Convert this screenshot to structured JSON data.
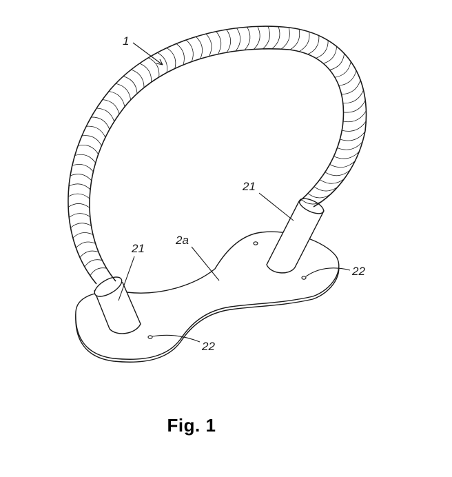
{
  "figure": {
    "caption": "Fig. 1",
    "labels": {
      "handle": "1",
      "post_right": "21",
      "post_left": "21",
      "base_plate": "2a",
      "hole_right": "22",
      "hole_left": "22"
    },
    "line_color": "#1a1a1a"
  }
}
